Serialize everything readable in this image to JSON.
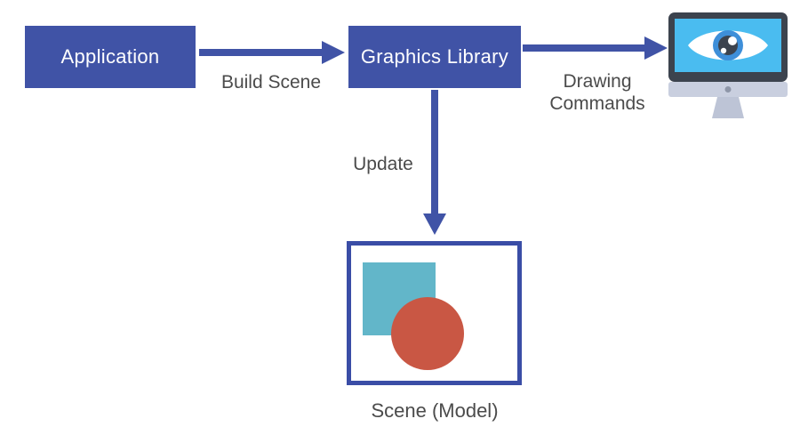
{
  "diagram": {
    "nodes": {
      "application": {
        "label": "Application"
      },
      "graphics_library": {
        "label": "Graphics Library"
      },
      "scene_model": {
        "label": "Scene (Model)"
      }
    },
    "edges": {
      "build_scene": {
        "label": "Build Scene"
      },
      "drawing_commands": {
        "label": "Drawing Commands"
      },
      "update": {
        "label": "Update"
      }
    },
    "icons": {
      "display": "monitor-with-eye-icon"
    },
    "colors": {
      "node_fill": "#4053A6",
      "node_text": "#FFFFFF",
      "arrow": "#4053A6",
      "edge_label_text": "#4B4B4B",
      "scene_border": "#3A4DA6",
      "scene_square_teal": "#62B6C9",
      "scene_circle_red": "#C95744",
      "monitor_frame": "#3C434E",
      "monitor_screen": "#4ABCF0",
      "eye_iris": "#3E8FD9",
      "monitor_chin": "#C9CFDF",
      "monitor_stand": "#BDC4D6"
    }
  }
}
